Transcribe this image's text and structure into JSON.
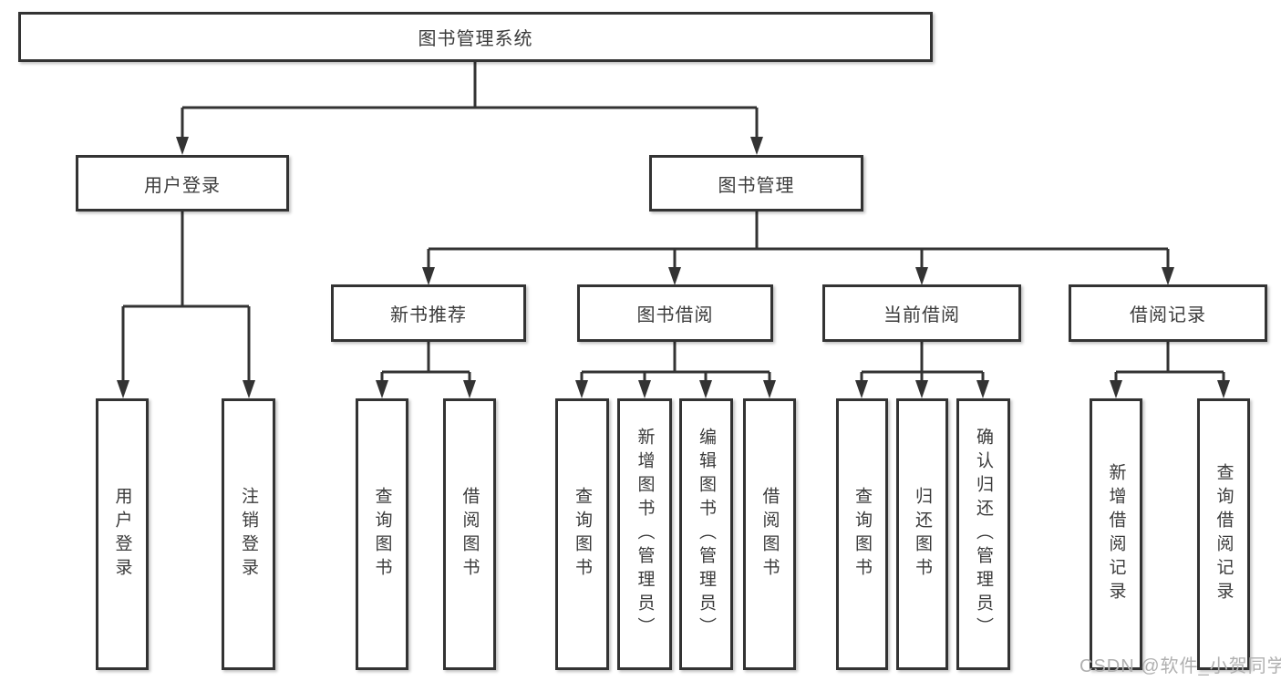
{
  "diagram": {
    "tree": {
      "label": "图书管理系统",
      "children": [
        {
          "label": "用户登录",
          "children": [
            {
              "label": "用户登录"
            },
            {
              "label": "注销登录"
            }
          ]
        },
        {
          "label": "图书管理",
          "children": [
            {
              "label": "新书推荐",
              "children": [
                {
                  "label": "查询图书"
                },
                {
                  "label": "借阅图书"
                }
              ]
            },
            {
              "label": "图书借阅",
              "children": [
                {
                  "label": "查询图书"
                },
                {
                  "label": "新增图书（管理员）"
                },
                {
                  "label": "编辑图书（管理员）"
                },
                {
                  "label": "借阅图书"
                }
              ]
            },
            {
              "label": "当前借阅",
              "children": [
                {
                  "label": "查询图书"
                },
                {
                  "label": "归还图书"
                },
                {
                  "label": "确认归还（管理员）"
                }
              ]
            },
            {
              "label": "借阅记录",
              "children": [
                {
                  "label": "新增借阅记录"
                },
                {
                  "label": "查询借阅记录"
                }
              ]
            }
          ]
        }
      ]
    },
    "watermark": "CSDN @软件_小贺同学",
    "colors": {
      "line": "#333333",
      "text": "#3b3b3b",
      "box_background": "#ffffff",
      "watermark": "#b0b0b0"
    }
  }
}
